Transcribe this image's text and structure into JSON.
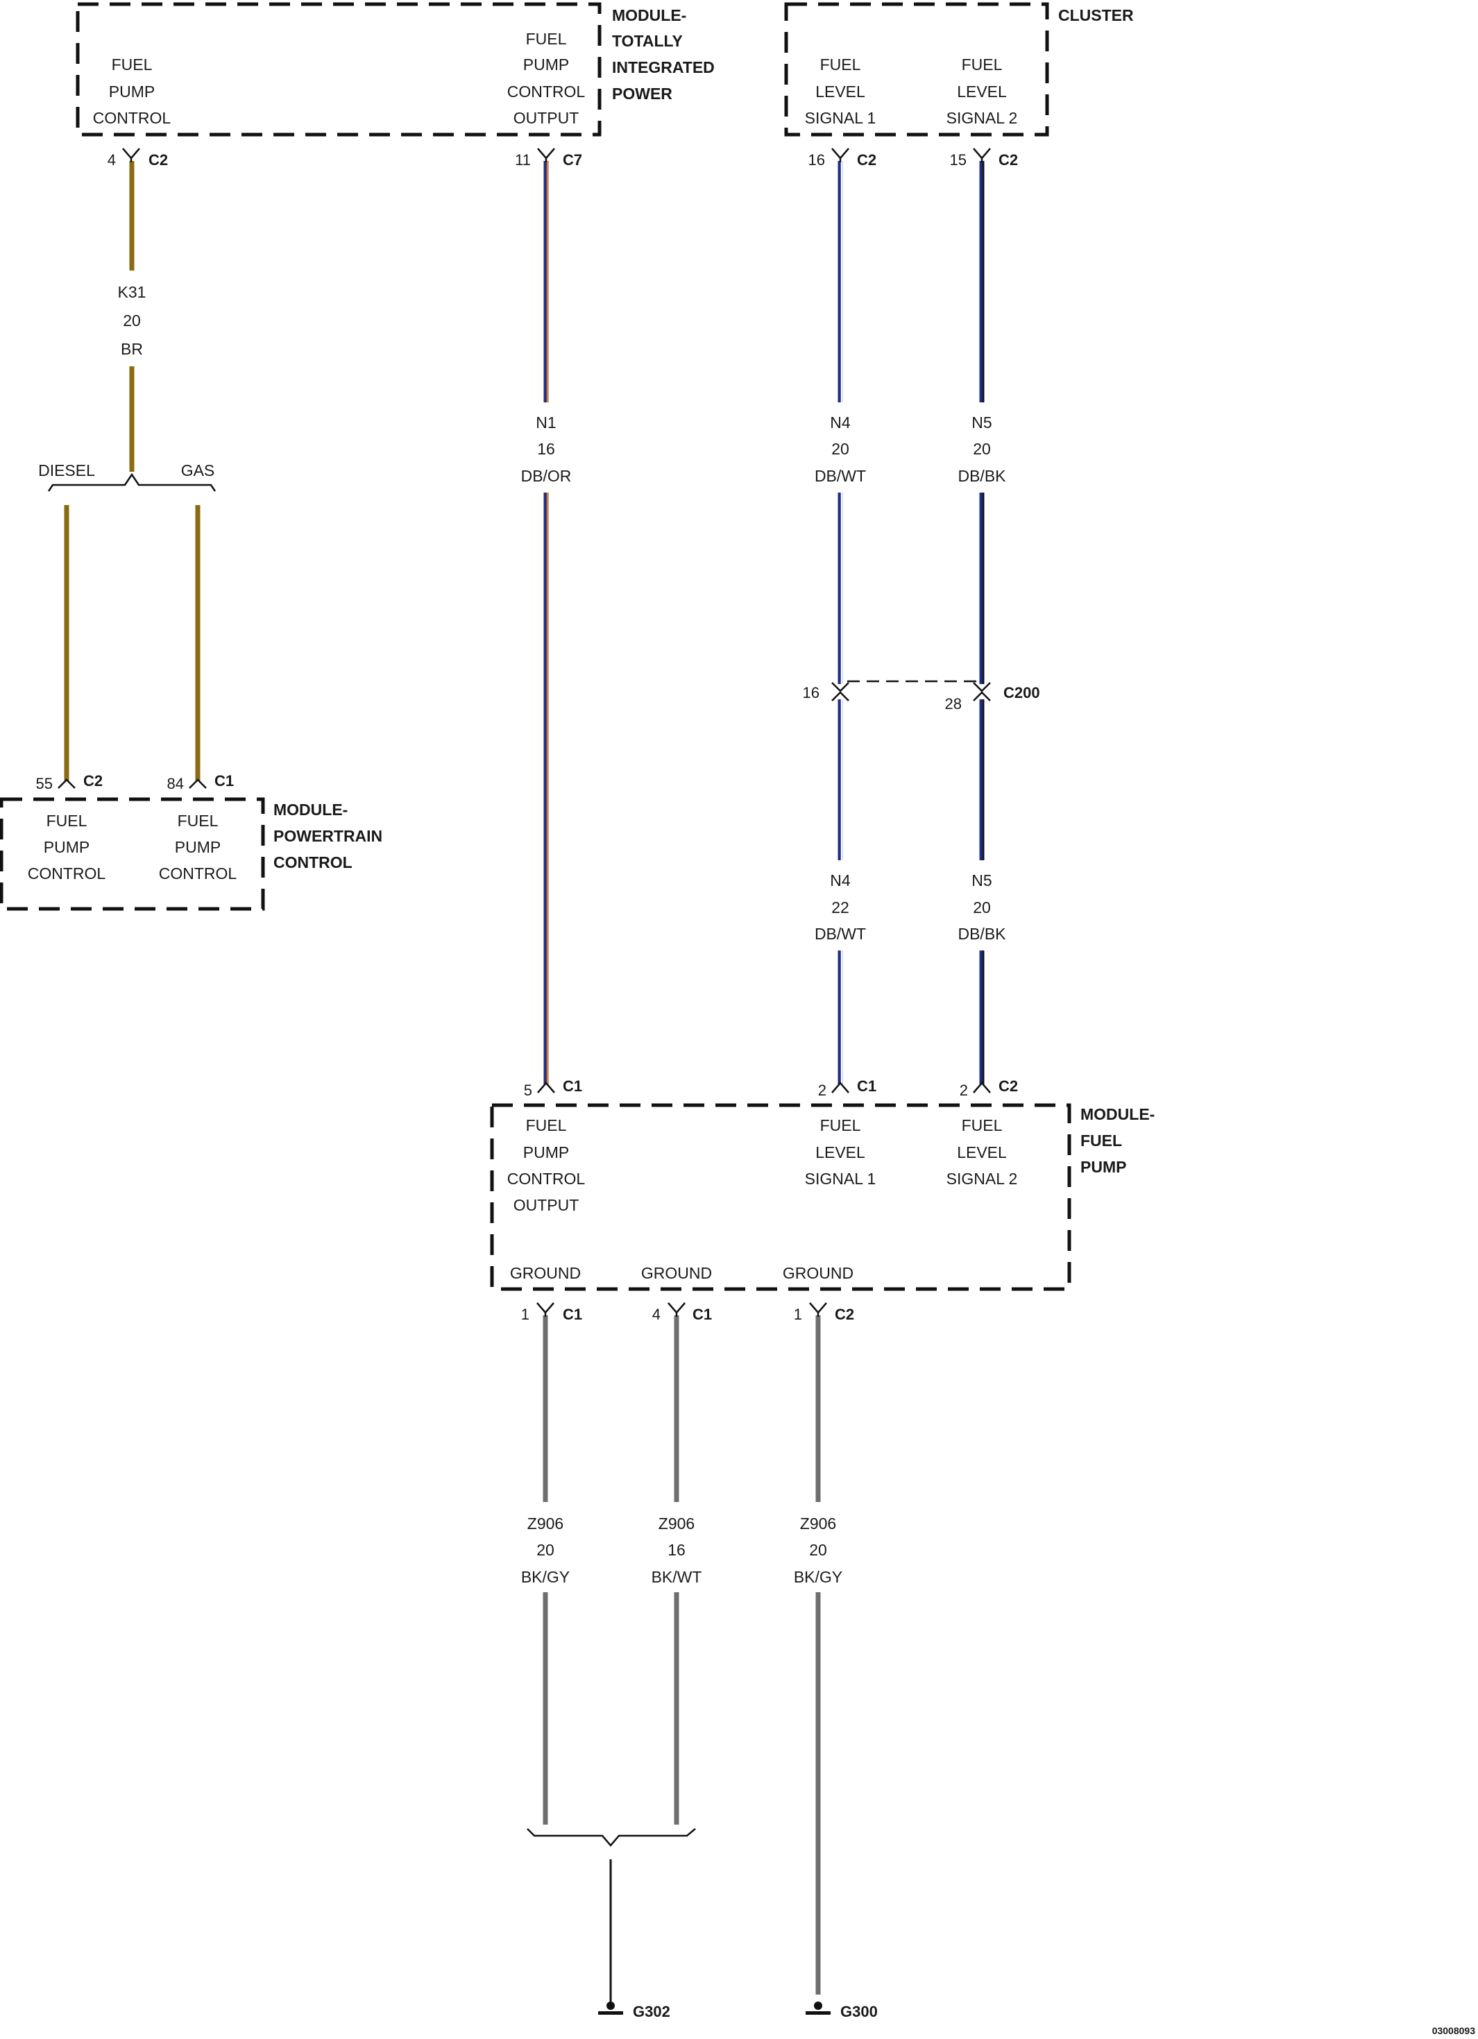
{
  "colors": {
    "brown": "#8a6a12",
    "dark_blue": "#1e2f86",
    "orange": "#e07d2c",
    "gray": "#6e6e6e",
    "white": "#ffffff",
    "black": "#111111"
  },
  "modules": {
    "tip": {
      "name_lines": [
        "MODULE-",
        "TOTALLY",
        "INTEGRATED",
        "POWER"
      ],
      "pin_fuel_pump_control": [
        "FUEL",
        "PUMP",
        "CONTROL"
      ],
      "pin_fuel_pump_control_output": [
        "FUEL",
        "PUMP",
        "CONTROL",
        "OUTPUT"
      ]
    },
    "cluster": {
      "name_lines": [
        "CLUSTER"
      ],
      "pin_fuel_level_signal_1": [
        "FUEL",
        "LEVEL",
        "SIGNAL 1"
      ],
      "pin_fuel_level_signal_2": [
        "FUEL",
        "LEVEL",
        "SIGNAL 2"
      ]
    },
    "pcm": {
      "name_lines": [
        "MODULE-",
        "POWERTRAIN",
        "CONTROL"
      ],
      "pin_diesel": [
        "FUEL",
        "PUMP",
        "CONTROL"
      ],
      "pin_gas": [
        "FUEL",
        "PUMP",
        "CONTROL"
      ]
    },
    "fuel_pump": {
      "name_lines": [
        "MODULE-",
        "FUEL",
        "PUMP"
      ],
      "pin_fuel_pump_control_output": [
        "FUEL",
        "PUMP",
        "CONTROL",
        "OUTPUT"
      ],
      "pin_fuel_level_signal_1": [
        "FUEL",
        "LEVEL",
        "SIGNAL 1"
      ],
      "pin_fuel_level_signal_2": [
        "FUEL",
        "LEVEL",
        "SIGNAL 2"
      ],
      "ground_labels": [
        "GROUND",
        "GROUND",
        "GROUND"
      ]
    }
  },
  "connectors": {
    "tip_c2": {
      "pin": "4",
      "name": "C2"
    },
    "tip_c7": {
      "pin": "11",
      "name": "C7"
    },
    "cluster_c2_sig1": {
      "pin": "16",
      "name": "C2"
    },
    "cluster_c2_sig2": {
      "pin": "15",
      "name": "C2"
    },
    "pcm_c2": {
      "pin": "55",
      "name": "C2"
    },
    "pcm_c1": {
      "pin": "84",
      "name": "C1"
    },
    "inline_c200_n4": {
      "pin": "16"
    },
    "inline_c200_n5": {
      "pin": "28",
      "name": "C200"
    },
    "fpm_c1_output": {
      "pin": "5",
      "name": "C1"
    },
    "fpm_c1_sig1": {
      "pin": "2",
      "name": "C1"
    },
    "fpm_c2_sig2": {
      "pin": "2",
      "name": "C2"
    },
    "fpm_gnd_a": {
      "pin": "1",
      "name": "C1"
    },
    "fpm_gnd_b": {
      "pin": "4",
      "name": "C1"
    },
    "fpm_gnd_c": {
      "pin": "1",
      "name": "C2"
    }
  },
  "wires": {
    "k31": {
      "circuit": "K31",
      "gauge": "20",
      "color": "BR"
    },
    "n1": {
      "circuit": "N1",
      "gauge": "16",
      "color": "DB/OR"
    },
    "n4_upper": {
      "circuit": "N4",
      "gauge": "20",
      "color": "DB/WT"
    },
    "n5_upper": {
      "circuit": "N5",
      "gauge": "20",
      "color": "DB/BK"
    },
    "n4_lower": {
      "circuit": "N4",
      "gauge": "22",
      "color": "DB/WT"
    },
    "n5_lower": {
      "circuit": "N5",
      "gauge": "20",
      "color": "DB/BK"
    },
    "gnd_a": {
      "circuit": "Z906",
      "gauge": "20",
      "color": "BK/GY"
    },
    "gnd_b": {
      "circuit": "Z906",
      "gauge": "16",
      "color": "BK/WT"
    },
    "gnd_c": {
      "circuit": "Z906",
      "gauge": "20",
      "color": "BK/GY"
    }
  },
  "branch": {
    "diesel": "DIESEL",
    "gas": "GAS"
  },
  "grounds": {
    "g302": "G302",
    "g300": "G300"
  },
  "figure_id": "03008093"
}
